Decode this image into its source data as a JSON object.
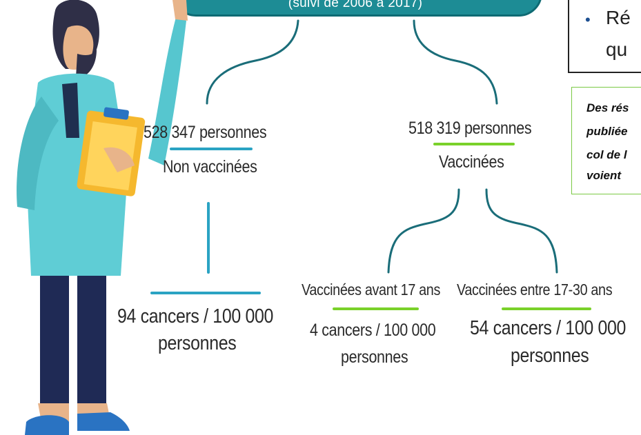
{
  "banner": {
    "text": "(suivi de 2006 à 2017)"
  },
  "side_box": {
    "bullet": "•",
    "line1": "Ré",
    "line2": "qu"
  },
  "note": {
    "line1": "Des rés",
    "line2": "publiée",
    "line3": "col de l",
    "line4": "voient"
  },
  "unvaccinated": {
    "count": "528 347 personnes",
    "label": "Non vaccinées",
    "rate_line1": "94 cancers / 100 000",
    "rate_line2": "personnes"
  },
  "vaccinated": {
    "count": "518 319 personnes",
    "label": "Vaccinées",
    "before17": {
      "label": "Vaccinées avant 17 ans",
      "rate_line1": "4 cancers / 100 000",
      "rate_line2": "personnes"
    },
    "between17_30": {
      "label": "Vaccinées entre 17-30 ans",
      "rate_line1": "54 cancers / 100 000",
      "rate_line2": "personnes"
    }
  },
  "colors": {
    "teal": "#1d8c95",
    "connector": "#1a6d79",
    "blue_rule": "#2aa3c3",
    "green_rule": "#7ad12a"
  },
  "icons": {
    "illustration": "doctor-with-clipboard-illustration"
  }
}
